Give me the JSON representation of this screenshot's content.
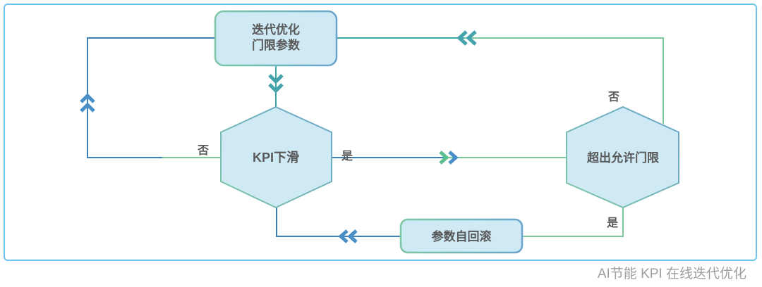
{
  "colors": {
    "frame-border": "#6cc5e9",
    "node-fill": "#cfeaf5",
    "stroke-green": "#7cc7a4",
    "stroke-blue": "#6aa3cd",
    "line-blue": "#3e7fb5",
    "line-green": "#7cc79c",
    "line-teal": "#3aa7a7",
    "chevron-blue": "#4a90c8",
    "chevron-teal": "#45a3ab",
    "chevron-green": "#5bbf8f",
    "node-text": "#595959",
    "caption-text": "#9e9e9e"
  },
  "diagram": {
    "caption": "AI节能 KPI 在线迭代优化",
    "nodes": {
      "iterate_box": {
        "line1": "迭代优化",
        "line2": "门限参数"
      },
      "kpi_hex": {
        "label": "KPI下滑"
      },
      "threshold_hex": {
        "label": "超出允许门限"
      },
      "rollback_box": {
        "label": "参数自回滚"
      }
    },
    "edge_labels": {
      "kpi_no": "否",
      "kpi_yes": "是",
      "threshold_no": "否",
      "threshold_yes": "是"
    }
  }
}
